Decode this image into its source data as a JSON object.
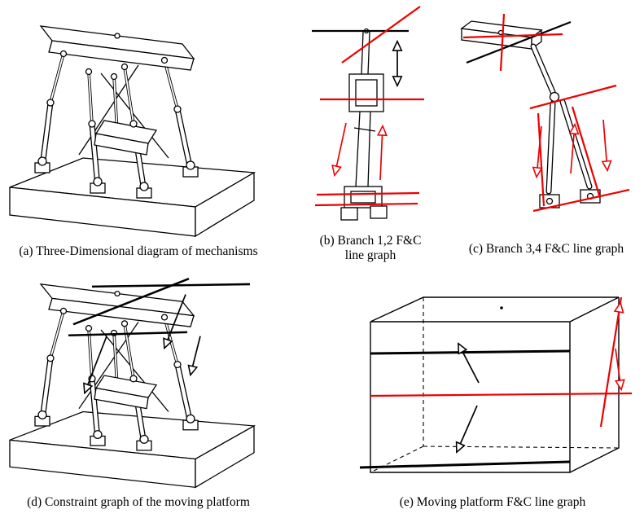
{
  "figure": {
    "colors": {
      "ink": "#000000",
      "red": "#ee0000",
      "background": "#ffffff"
    },
    "panels": {
      "a": {
        "caption": "(a) Three-Dimensional diagram of mechanisms"
      },
      "b": {
        "caption": "(b) Branch 1,2 F&C\nline graph"
      },
      "c": {
        "caption": "(c) Branch 3,4 F&C line graph"
      },
      "d": {
        "caption": "(d) Constraint graph of the moving platform"
      },
      "e": {
        "caption": "(e) Moving platform F&C line graph"
      }
    }
  }
}
